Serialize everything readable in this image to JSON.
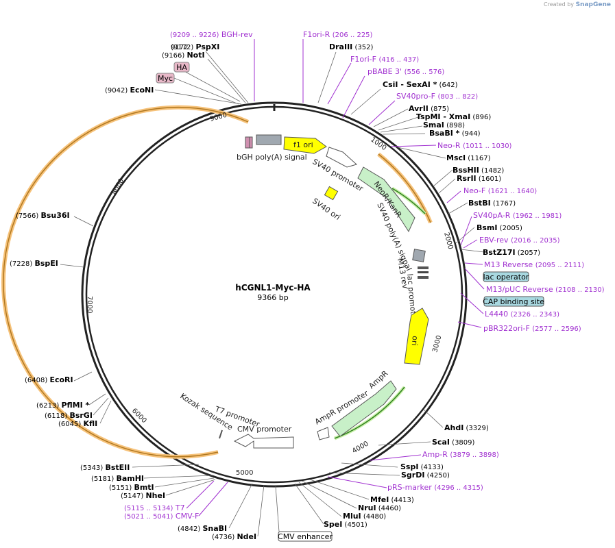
{
  "credit": {
    "text": "Created by",
    "brand": "SnapGene"
  },
  "plasmid": {
    "name": "hCGNL1-Myc-HA",
    "length_label": "9366 bp",
    "length": 9366
  },
  "ticks": [
    "1000",
    "2000",
    "3000",
    "4000",
    "5000",
    "6000",
    "7000",
    "8000",
    "9000"
  ],
  "sites": [
    {
      "name": "PspXI",
      "pos": "9172"
    },
    {
      "name": "NotI",
      "pos": "9166"
    },
    {
      "name": "EcoNI",
      "pos": "9042"
    },
    {
      "name": "DraIII",
      "pos": "352"
    },
    {
      "name": "CsiI",
      "suffix": " - SexAI *",
      "pos": "642"
    },
    {
      "name": "AvrII",
      "pos": "875"
    },
    {
      "name": "TspMI",
      "suffix": " - XmaI",
      "pos": "896"
    },
    {
      "name": "SmaI",
      "pos": "898"
    },
    {
      "name": "BsaBI *",
      "pos": "944"
    },
    {
      "name": "MscI",
      "pos": "1167"
    },
    {
      "name": "BssHII",
      "pos": "1482"
    },
    {
      "name": "RsrII",
      "pos": "1601"
    },
    {
      "name": "BstBI",
      "pos": "1767"
    },
    {
      "name": "BsmI",
      "pos": "2005"
    },
    {
      "name": "BstZ17I",
      "pos": "2057"
    },
    {
      "name": "Bsu36I",
      "pos": "7566"
    },
    {
      "name": "BspEI",
      "pos": "7228"
    },
    {
      "name": "EcoRI",
      "pos": "6408"
    },
    {
      "name": "PflMI *",
      "pos": "6213"
    },
    {
      "name": "BsrGI",
      "pos": "6118"
    },
    {
      "name": "KflI",
      "pos": "6045"
    },
    {
      "name": "AhdI",
      "pos": "3329"
    },
    {
      "name": "ScaI",
      "pos": "3809"
    },
    {
      "name": "SspI",
      "pos": "4133"
    },
    {
      "name": "SgrDI",
      "pos": "4250"
    },
    {
      "name": "MfeI",
      "pos": "4413"
    },
    {
      "name": "NruI",
      "pos": "4460"
    },
    {
      "name": "MluI",
      "pos": "4480"
    },
    {
      "name": "SpeI",
      "pos": "4501"
    },
    {
      "name": "BstEII",
      "pos": "5343"
    },
    {
      "name": "BamHI",
      "pos": "5181"
    },
    {
      "name": "BmtI",
      "pos": "5151"
    },
    {
      "name": "NheI",
      "pos": "5147"
    },
    {
      "name": "SnaBI",
      "pos": "4842"
    },
    {
      "name": "NdeI",
      "pos": "4736"
    }
  ],
  "primers": [
    {
      "name": "BGH-rev",
      "range": "(9209 .. 9226)"
    },
    {
      "name": "F1ori-R",
      "range": "(206 .. 225)"
    },
    {
      "name": "F1ori-F",
      "range": "(416 .. 437)"
    },
    {
      "name": "pBABE 3'",
      "range": "(556 .. 576)"
    },
    {
      "name": "SV40pro-F",
      "range": "(803 .. 822)"
    },
    {
      "name": "Neo-R",
      "range": "(1011 .. 1030)"
    },
    {
      "name": "Neo-F",
      "range": "(1621 .. 1640)"
    },
    {
      "name": "SV40pA-R",
      "range": "(1962 .. 1981)"
    },
    {
      "name": "EBV-rev",
      "range": "(2016 .. 2035)"
    },
    {
      "name": "M13 Reverse",
      "range": "(2095 .. 2111)"
    },
    {
      "name": "M13/pUC Reverse",
      "range": "(2108 .. 2130)"
    },
    {
      "name": "L4440",
      "range": "(2326 .. 2343)"
    },
    {
      "name": "pBR322ori-F",
      "range": "(2577 .. 2596)"
    },
    {
      "name": "Amp-R",
      "range": "(3879 .. 3898)"
    },
    {
      "name": "pRS-marker",
      "range": "(4296 .. 4315)"
    },
    {
      "name": "T7",
      "range": "(5115 .. 5134)"
    },
    {
      "name": "CMV-F",
      "range": "(5021 .. 5041)"
    }
  ],
  "boxed_labels": [
    {
      "name": "HA",
      "color": "#e8b8c8"
    },
    {
      "name": "Myc",
      "color": "#e8b8c8"
    },
    {
      "name": "lac operator",
      "color": "#a8d8e0"
    },
    {
      "name": "CAP binding site",
      "color": "#a8d8e0"
    },
    {
      "name": "CMV enhancer",
      "color": "#ffffff"
    }
  ],
  "features": [
    {
      "name": "f1 ori",
      "color": "#ffff00"
    },
    {
      "name": "SV40 promoter",
      "color": "#ffffff"
    },
    {
      "name": "NeoR/KanR",
      "color": "#c8f0c8"
    },
    {
      "name": "SV40 ori",
      "color": "#ffff00"
    },
    {
      "name": "SV40 poly(A) signal",
      "color": "#a0a0a0"
    },
    {
      "name": "M13 rev",
      "color": "#a0a0a0"
    },
    {
      "name": "lac promoter",
      "color": "#ffffff"
    },
    {
      "name": "ori",
      "color": "#ffff00"
    },
    {
      "name": "AmpR",
      "color": "#c8f0c8"
    },
    {
      "name": "AmpR promoter",
      "color": "#ffffff"
    },
    {
      "name": "bGH poly(A) signal",
      "color": "#a0a0a0"
    },
    {
      "name": "CMV promoter",
      "color": "#ffffff"
    },
    {
      "name": "T7 promoter",
      "color": "#ffffff"
    },
    {
      "name": "Kozak sequence",
      "color": "#ffffff"
    }
  ],
  "colors": {
    "primer": "#a030d0",
    "orf": "#f0a030",
    "orf_green": "#40a020"
  }
}
